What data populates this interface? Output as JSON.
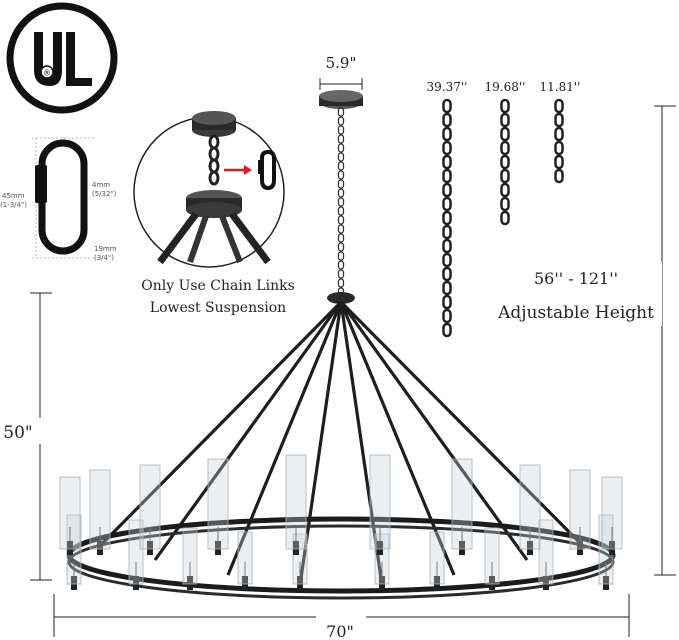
{
  "certification": {
    "mark_text": "UL",
    "registered_symbol": "®"
  },
  "canopy_width": "5.9\"",
  "chain_lengths": {
    "long": "39.37''",
    "medium": "19.68''",
    "short": "11.81''"
  },
  "carabiner": {
    "total_length_mm": "45mm",
    "total_length_in": "(1-3/4\")",
    "wire_thickness_mm": "4mm",
    "wire_thickness_in": "(5/32\")",
    "width_mm": "19mm",
    "width_in": "(3/4\")"
  },
  "note": {
    "line1": "Only Use Chain Links",
    "line2": "Lowest Suspension"
  },
  "adjustable": {
    "range": "56'' - 121''",
    "label": "Adjustable Height"
  },
  "fixture_height": "50\"",
  "diameter": "70\"",
  "icons": [
    "ul-logo-icon",
    "carabiner-icon",
    "red-arrow-icon",
    "chain-icon",
    "chandelier-icon"
  ]
}
